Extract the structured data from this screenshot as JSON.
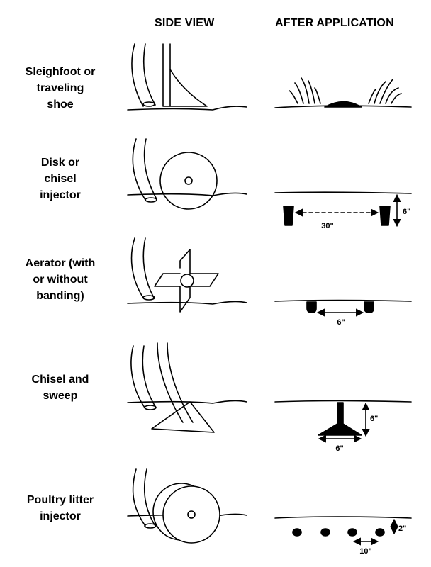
{
  "headers": {
    "side_view": "SIDE VIEW",
    "after_application": "AFTER APPLICATION"
  },
  "rows": [
    {
      "label_lines": [
        "Sleighfoot or",
        "traveling",
        "shoe"
      ]
    },
    {
      "label_lines": [
        "Disk or",
        "chisel",
        "injector"
      ],
      "dimensions": {
        "spacing": "30\"",
        "depth": "6\""
      }
    },
    {
      "label_lines": [
        "Aerator (with",
        "or without",
        "banding)"
      ],
      "dimensions": {
        "spacing": "6\""
      }
    },
    {
      "label_lines": [
        "Chisel and",
        "sweep"
      ],
      "dimensions": {
        "depth": "6\"",
        "width": "6\""
      }
    },
    {
      "label_lines": [
        "Poultry litter",
        "injector"
      ],
      "dimensions": {
        "depth": "2\"",
        "spacing": "10\""
      }
    }
  ]
}
